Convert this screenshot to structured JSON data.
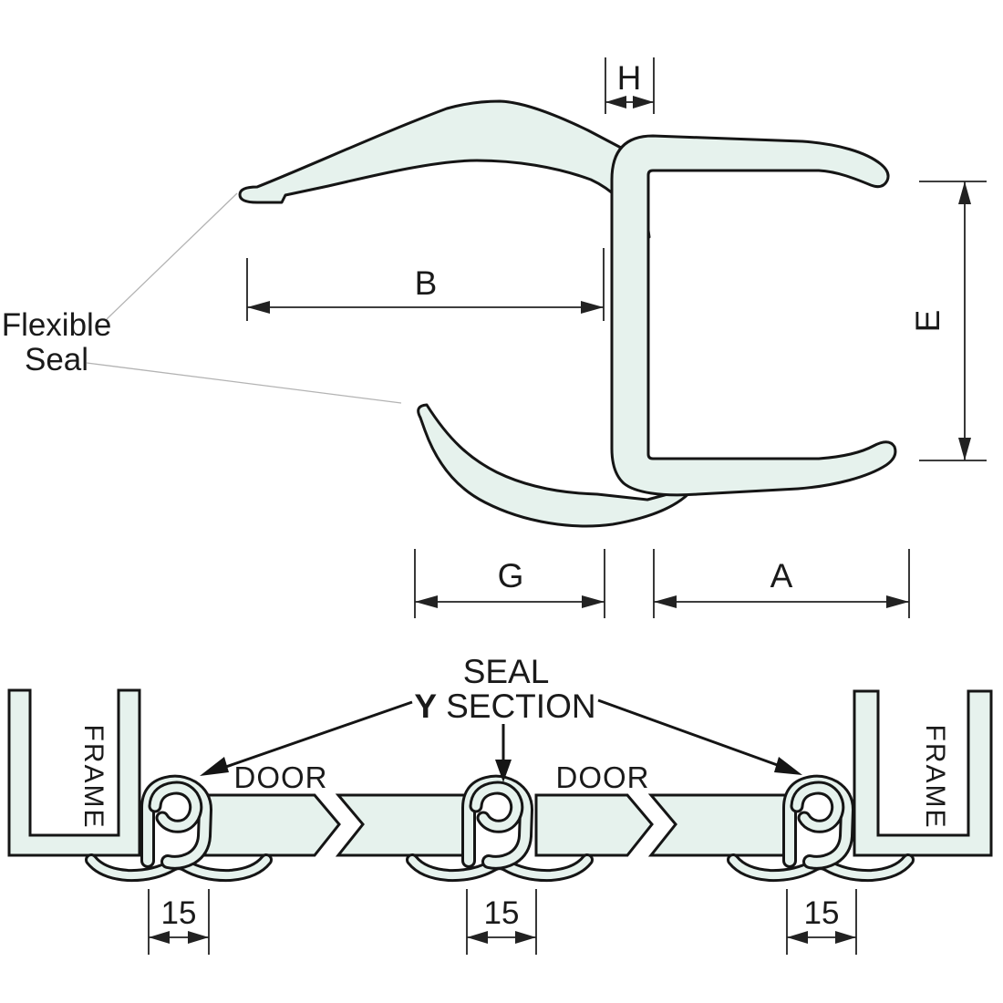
{
  "diagram": {
    "callouts": {
      "flexible_seal_line1": "Flexible",
      "flexible_seal_line2": "Seal"
    },
    "dims": {
      "h": "H",
      "b": "B",
      "e": "E",
      "g": "G",
      "a": "A",
      "gap_left": "15",
      "gap_middle": "15",
      "gap_right": "15"
    },
    "install": {
      "frame_left": "FRAME",
      "frame_right": "FRAME",
      "door_left": "DOOR",
      "door_right": "DOOR",
      "seal_label_line1": "SEAL",
      "seal_label_bold": "Y",
      "seal_label_rest": "SECTION"
    },
    "colors": {
      "seal_fill": "#e6f2ed",
      "outline": "#151515",
      "dimension_line": "#222222",
      "leader_line": "#b3b3b3",
      "background": "#ffffff"
    }
  }
}
